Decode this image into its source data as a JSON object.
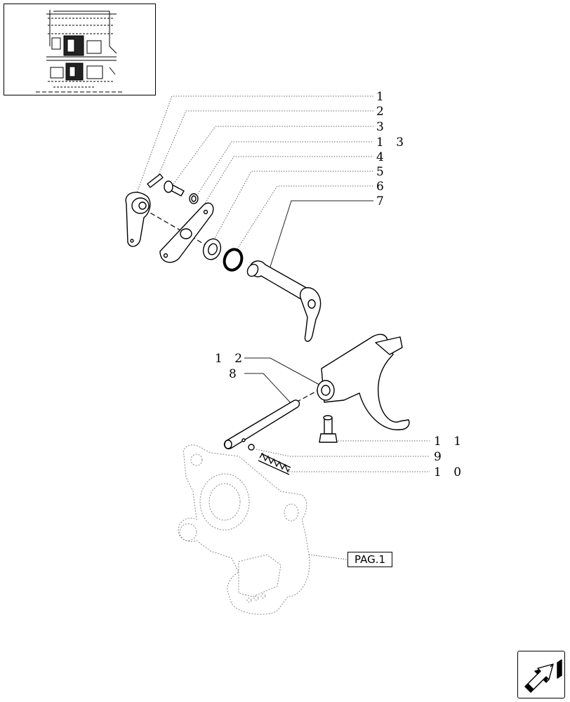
{
  "labels": {
    "l1": "1",
    "l2": "2",
    "l3": "3",
    "l13": "1 3",
    "l4": "4",
    "l5": "5",
    "l6": "6",
    "l7": "7",
    "l12": "1 2",
    "l8": "8",
    "l11": "1 1",
    "l9": "9",
    "l10": "1 0"
  },
  "page_ref": "PAG.1",
  "icons": {
    "thumbnail": "transmission-overview-thumbnail",
    "nav": "next-page-arrow-icon"
  }
}
